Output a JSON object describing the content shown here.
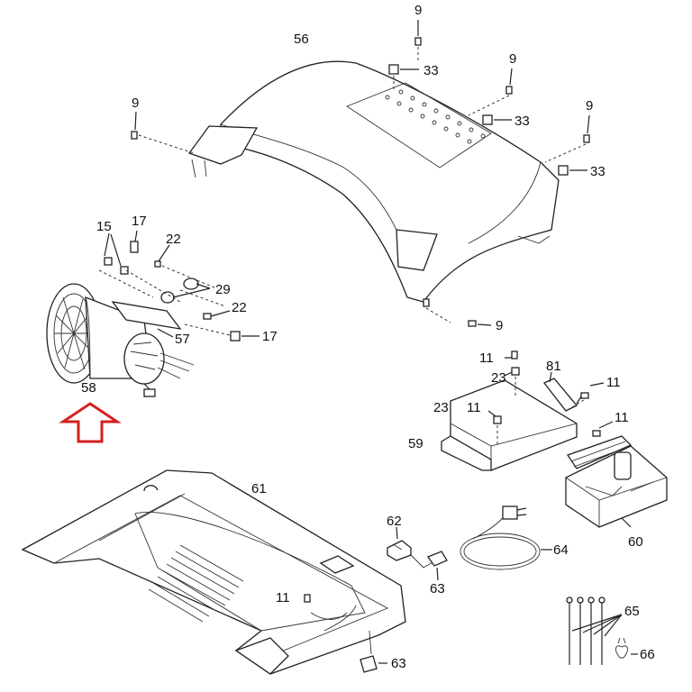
{
  "labels": {
    "p9a": "9",
    "p9b": "9",
    "p9c": "9",
    "p9d": "9",
    "p9e": "9",
    "p56": "56",
    "p33a": "33",
    "p33b": "33",
    "p33c": "33",
    "p15": "15",
    "p17a": "17",
    "p22a": "22",
    "p29": "29",
    "p22b": "22",
    "p17b": "17",
    "p57": "57",
    "p58": "58",
    "p11a": "11",
    "p23a": "23",
    "p81": "81",
    "p11b": "11",
    "p23b": "23",
    "p11c": "11",
    "p11d": "11",
    "p59": "59",
    "p60": "60",
    "p61": "61",
    "p62": "62",
    "p64": "64",
    "p63a": "63",
    "p11e": "11",
    "p63b": "63",
    "p65": "65",
    "p66": "66"
  },
  "colors": {
    "arrow": "#d42020",
    "ink": "#222222"
  }
}
